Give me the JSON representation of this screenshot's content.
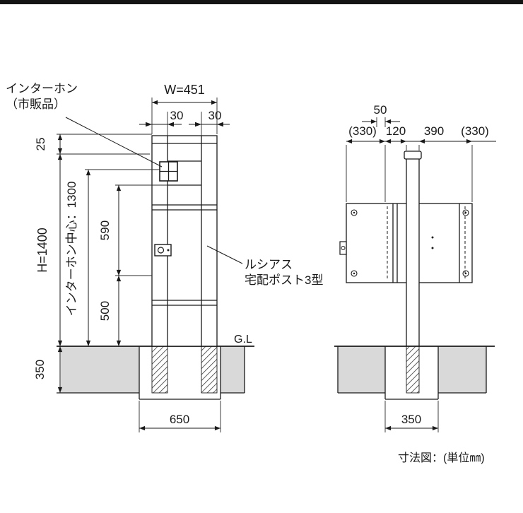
{
  "drawing": {
    "caption": "寸法図：(単位㎜)",
    "front_view": {
      "intercom_label_line1": "インターホン",
      "intercom_label_line2": "（市販品）",
      "product_label_line1": "ルシアス",
      "product_label_line2": "宅配ポスト3型",
      "ground_line_label": "G.L",
      "dims": {
        "width": "W=451",
        "left_margin": "30",
        "right_margin": "30",
        "cap_height": "25",
        "total_height": "H=1400",
        "intercom_center_height": "インターホン中心：1300",
        "upper_section": "590",
        "lower_section": "500",
        "foundation_depth": "350",
        "foundation_width": "650"
      }
    },
    "side_view": {
      "dims": {
        "top_offset": "50",
        "front_overhang": "(330)",
        "post_depth": "120",
        "box_depth": "390",
        "rear_overhang": "(330)",
        "foundation_width": "350"
      }
    }
  }
}
